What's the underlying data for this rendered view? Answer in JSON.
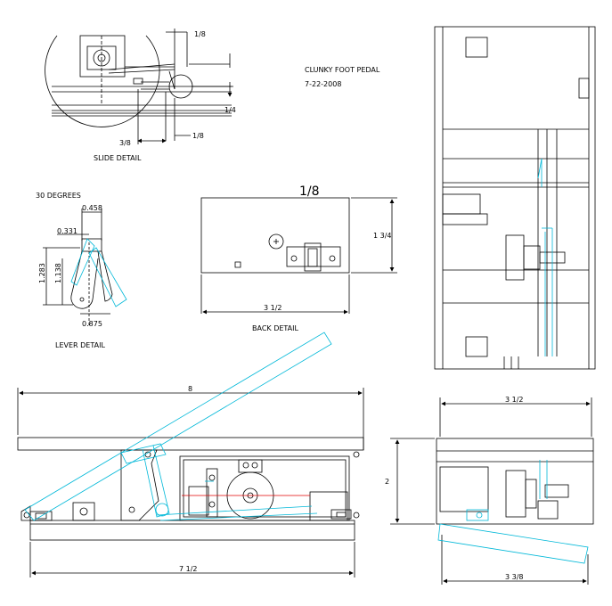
{
  "title": {
    "name": "CLUNKY FOOT PEDAL",
    "date": "7-22-2008"
  },
  "slide_detail": {
    "label": "SLIDE DETAIL",
    "dims": {
      "top_right": "1/8",
      "right": "1/4",
      "bottom_left": "3/8",
      "bottom_right": "1/8"
    }
  },
  "lever_detail": {
    "label": "LEVER DETAIL",
    "angle": "30 DEGREES",
    "dims": {
      "top_width": "0.458",
      "offset": "0.331",
      "height_outer": "1.283",
      "height_inner": "1.138",
      "bottom_width": "0.875"
    }
  },
  "back_detail": {
    "label": "BACK DETAIL",
    "dims": {
      "top": "1/8",
      "height": "1 3/4",
      "width": "3 1/2"
    }
  },
  "side_view": {
    "dims": {
      "overall_length": "8",
      "base_length": "7 1/2"
    }
  },
  "end_view": {
    "dims": {
      "top_width": "3 1/2",
      "height": "2",
      "bottom_width": "3 3/8"
    }
  },
  "colors": {
    "line": "#000000",
    "pedal": "#00b8d8",
    "spring": "#e00000",
    "background": "#ffffff"
  }
}
